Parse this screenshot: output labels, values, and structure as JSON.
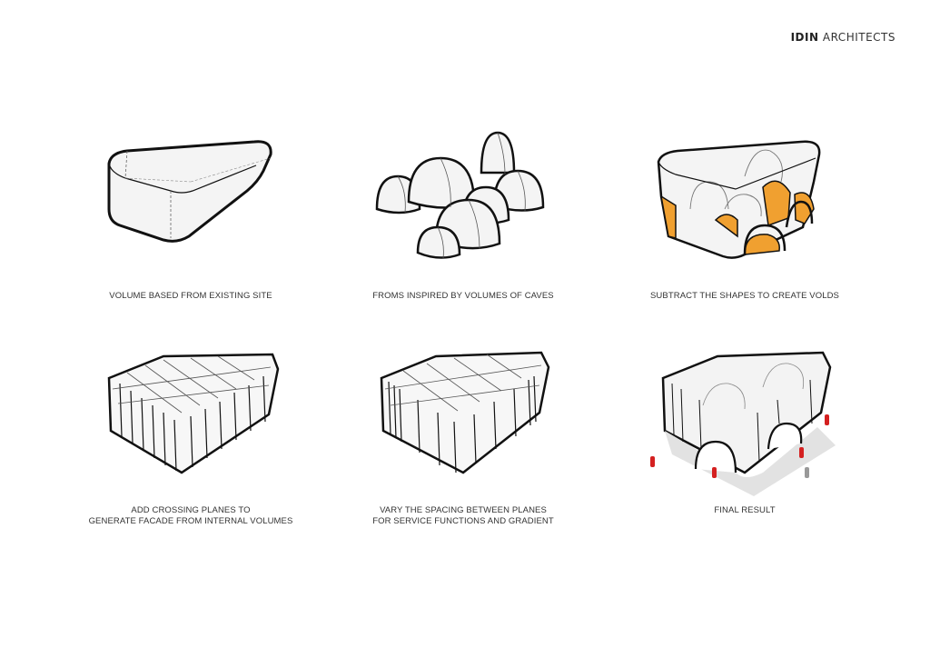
{
  "header": {
    "brand_bold": "IDIN",
    "brand_rest": "ARCHITECTS"
  },
  "steps": [
    {
      "caption": "VOLUME BASED FROM EXISTING SITE"
    },
    {
      "caption": "FROMS INSPIRED BY VOLUMES OF CAVES"
    },
    {
      "caption": "SUBTRACT THE SHAPES TO CREATE VOLDS"
    },
    {
      "caption_line1": "ADD CROSSING PLANES TO",
      "caption_line2": "GENERATE FACADE FROM INTERNAL VOLUMES"
    },
    {
      "caption_line1": "VARY THE SPACING BETWEEN PLANES",
      "caption_line2": "FOR SERVICE FUNCTIONS AND GRADIENT"
    },
    {
      "caption": "FINAL RESULT"
    }
  ],
  "colors": {
    "accent_orange": "#f0a030",
    "figure_red": "#d42020",
    "line": "#111111",
    "fill": "#f4f4f4"
  }
}
